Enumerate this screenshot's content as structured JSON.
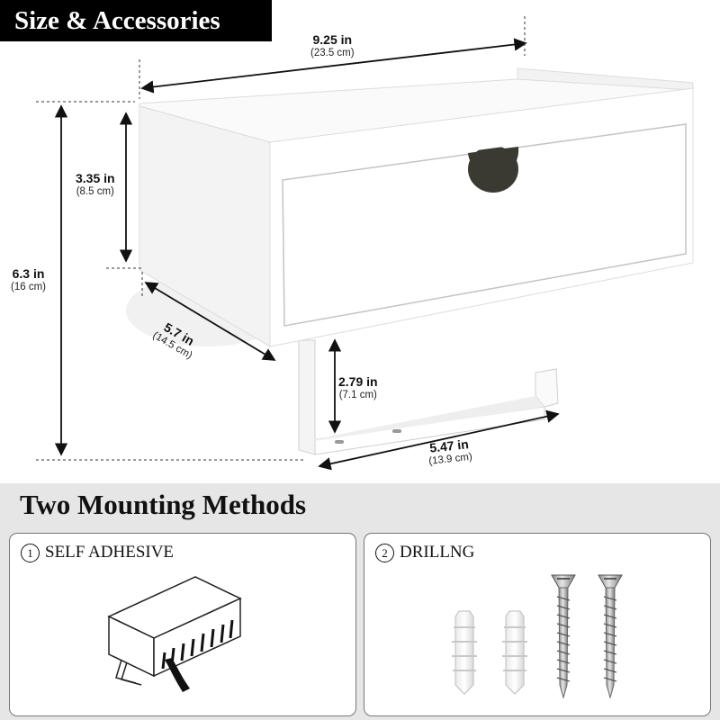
{
  "header": {
    "title": "Size & Accessories"
  },
  "dimensions": {
    "width": {
      "imperial": "9.25 in",
      "metric": "(23.5 cm)"
    },
    "drawer_height": {
      "imperial": "3.35 in",
      "metric": "(8.5 cm)"
    },
    "total_height": {
      "imperial": "6.3 in",
      "metric": "(16 cm)"
    },
    "depth": {
      "imperial": "5.7 in",
      "metric": "(14.5 cm)"
    },
    "holder_height": {
      "imperial": "2.79 in",
      "metric": "(7.1 cm)"
    },
    "holder_length": {
      "imperial": "5.47 in",
      "metric": "(13.9 cm)"
    }
  },
  "mounting": {
    "title": "Two Mounting Methods",
    "methods": [
      {
        "number": "1",
        "label": "SELF ADHESIVE"
      },
      {
        "number": "2",
        "label": "DRILLNG"
      }
    ]
  },
  "colors": {
    "badge_bg": "#000000",
    "section_bg": "#e6e6e6",
    "product": "#ffffff",
    "hole": "#3a3a33"
  }
}
